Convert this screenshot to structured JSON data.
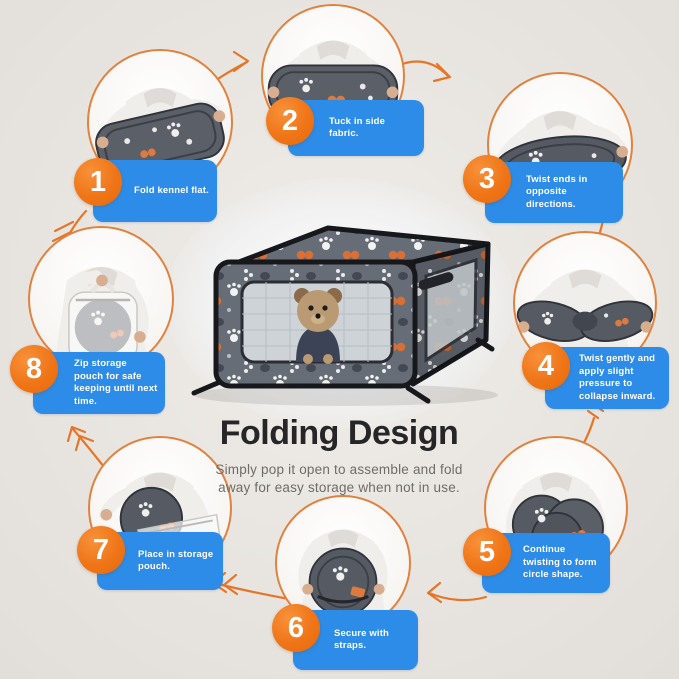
{
  "title": "Folding Design",
  "subtitle": "Simply pop it open to assemble and fold away for easy storage when not in use.",
  "steps": [
    {
      "num": "1",
      "text": "Fold kennel flat."
    },
    {
      "num": "2",
      "text": "Tuck in side fabric."
    },
    {
      "num": "3",
      "text": "Twist ends in opposite directions."
    },
    {
      "num": "4",
      "text": "Twist gently and apply slight pressure to collapse inward."
    },
    {
      "num": "5",
      "text": "Continue twisting to form circle shape."
    },
    {
      "num": "6",
      "text": "Secure with straps."
    },
    {
      "num": "7",
      "text": "Place in storage pouch."
    },
    {
      "num": "8",
      "text": "Zip storage pouch for safe keeping until next time."
    }
  ],
  "colors": {
    "badge_orange": "#ef7517",
    "box_blue": "#2d8ce8",
    "arrow_orange": "#e4762a",
    "photo_ring_orange": "#e0823f",
    "background": "#e8e5e0",
    "title_text": "#262528",
    "subtitle_text": "#6f6b66"
  }
}
